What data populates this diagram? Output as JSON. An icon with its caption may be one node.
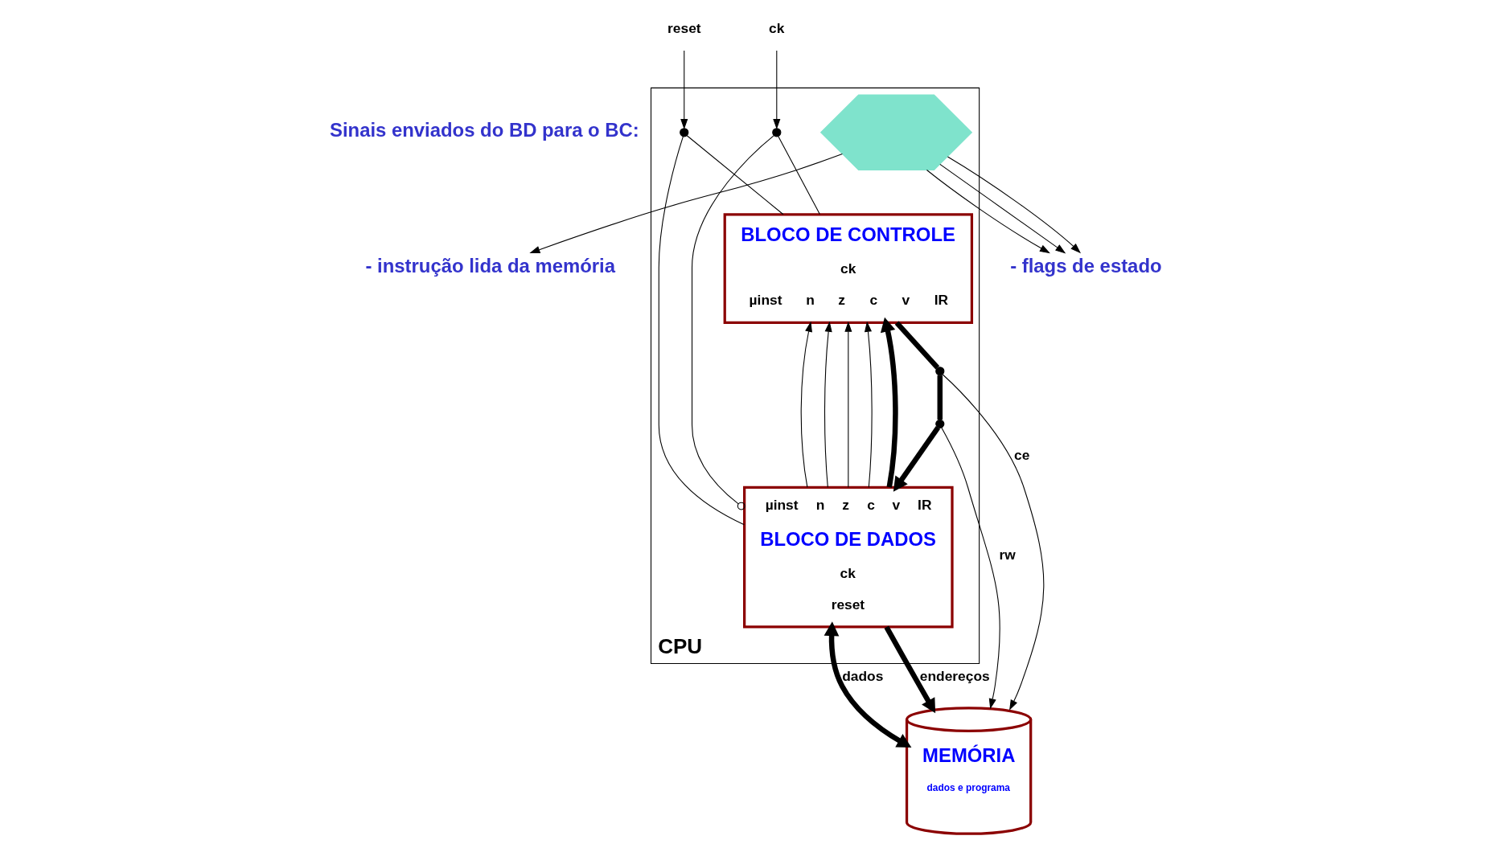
{
  "diagram": {
    "nodes": [
      {
        "text": [
          "CPU"
        ]
      },
      {
        "text": [
          "BLOCO DE CONTROLE",
          "ck",
          "µinst",
          "n",
          "z",
          "c",
          "v",
          "IR"
        ],
        "in": 0
      },
      {
        "text": [
          "µinst",
          "n",
          "z",
          "c",
          "v",
          "IR",
          "BLOCO DE DADOS",
          "ck",
          "reset"
        ],
        "in": 0
      },
      {
        "text": [
          "MEMÓRIA",
          "dados e programa"
        ]
      },
      {
        "text": [
          "ck"
        ]
      },
      {
        "text": [
          "reset"
        ]
      },
      {
        "text": [],
        "shape": "circle",
        "in": 0
      },
      {
        "text": [],
        "shape": "circle",
        "in": 0
      },
      {
        "text": [],
        "shape": "circle",
        "in": 0
      },
      {
        "text": [],
        "shape": "circle",
        "in": 0
      },
      {
        "text": [
          "- instrução lida da memória"
        ]
      },
      {
        "text": [
          "- flags de estado"
        ]
      },
      {
        "text": [],
        "shape": "hexagon",
        "in": 0
      }
    ],
    "edges": [
      {
        "from": 4,
        "to": 6,
        "arrow": "to"
      },
      {
        "from": 6,
        "to": 1,
        "arrow": "none"
      },
      {
        "from": 6,
        "to": 2,
        "arrow": "other"
      },
      {
        "from": 5,
        "to": 7,
        "arrow": "to"
      },
      {
        "from": 7,
        "to": 1,
        "arrow": "none"
      },
      {
        "from": 7,
        "to": 2,
        "arrow": "none"
      },
      {
        "from": 1,
        "to": 8,
        "arrow": "none",
        "style": "thick"
      },
      {
        "from": 8,
        "to": 9,
        "arrow": "none",
        "style": "thick"
      },
      {
        "from": 9,
        "to": 2,
        "arrow": "to",
        "style": "thick"
      },
      {
        "from": 2,
        "to": 1,
        "arrow": "to"
      },
      {
        "from": 2,
        "to": 1,
        "arrow": "to"
      },
      {
        "from": 2,
        "to": 1,
        "arrow": "to"
      },
      {
        "from": 2,
        "to": 1,
        "arrow": "to"
      },
      {
        "from": 2,
        "to": 1,
        "arrow": "to",
        "style": "thick"
      },
      {
        "from": 8,
        "to": 3,
        "label": "ce",
        "arrow": "to"
      },
      {
        "from": 9,
        "to": 3,
        "label": "rw",
        "arrow": "to"
      },
      {
        "from": 2,
        "to": 3,
        "label": "dados",
        "arrow": "both",
        "style": "thick"
      },
      {
        "from": 2,
        "to": 3,
        "label": "endereços",
        "arrow": "to",
        "style": "thick"
      },
      {
        "from": 12,
        "to": 10,
        "arrow": "to"
      },
      {
        "from": 12,
        "to": 11,
        "arrow": "to"
      },
      {
        "from": 12,
        "to": 11,
        "arrow": "to"
      },
      {
        "from": 12,
        "to": 11,
        "arrow": "to"
      }
    ],
    "labels": [
      "Sinais enviados do BD para o BC:"
    ]
  }
}
